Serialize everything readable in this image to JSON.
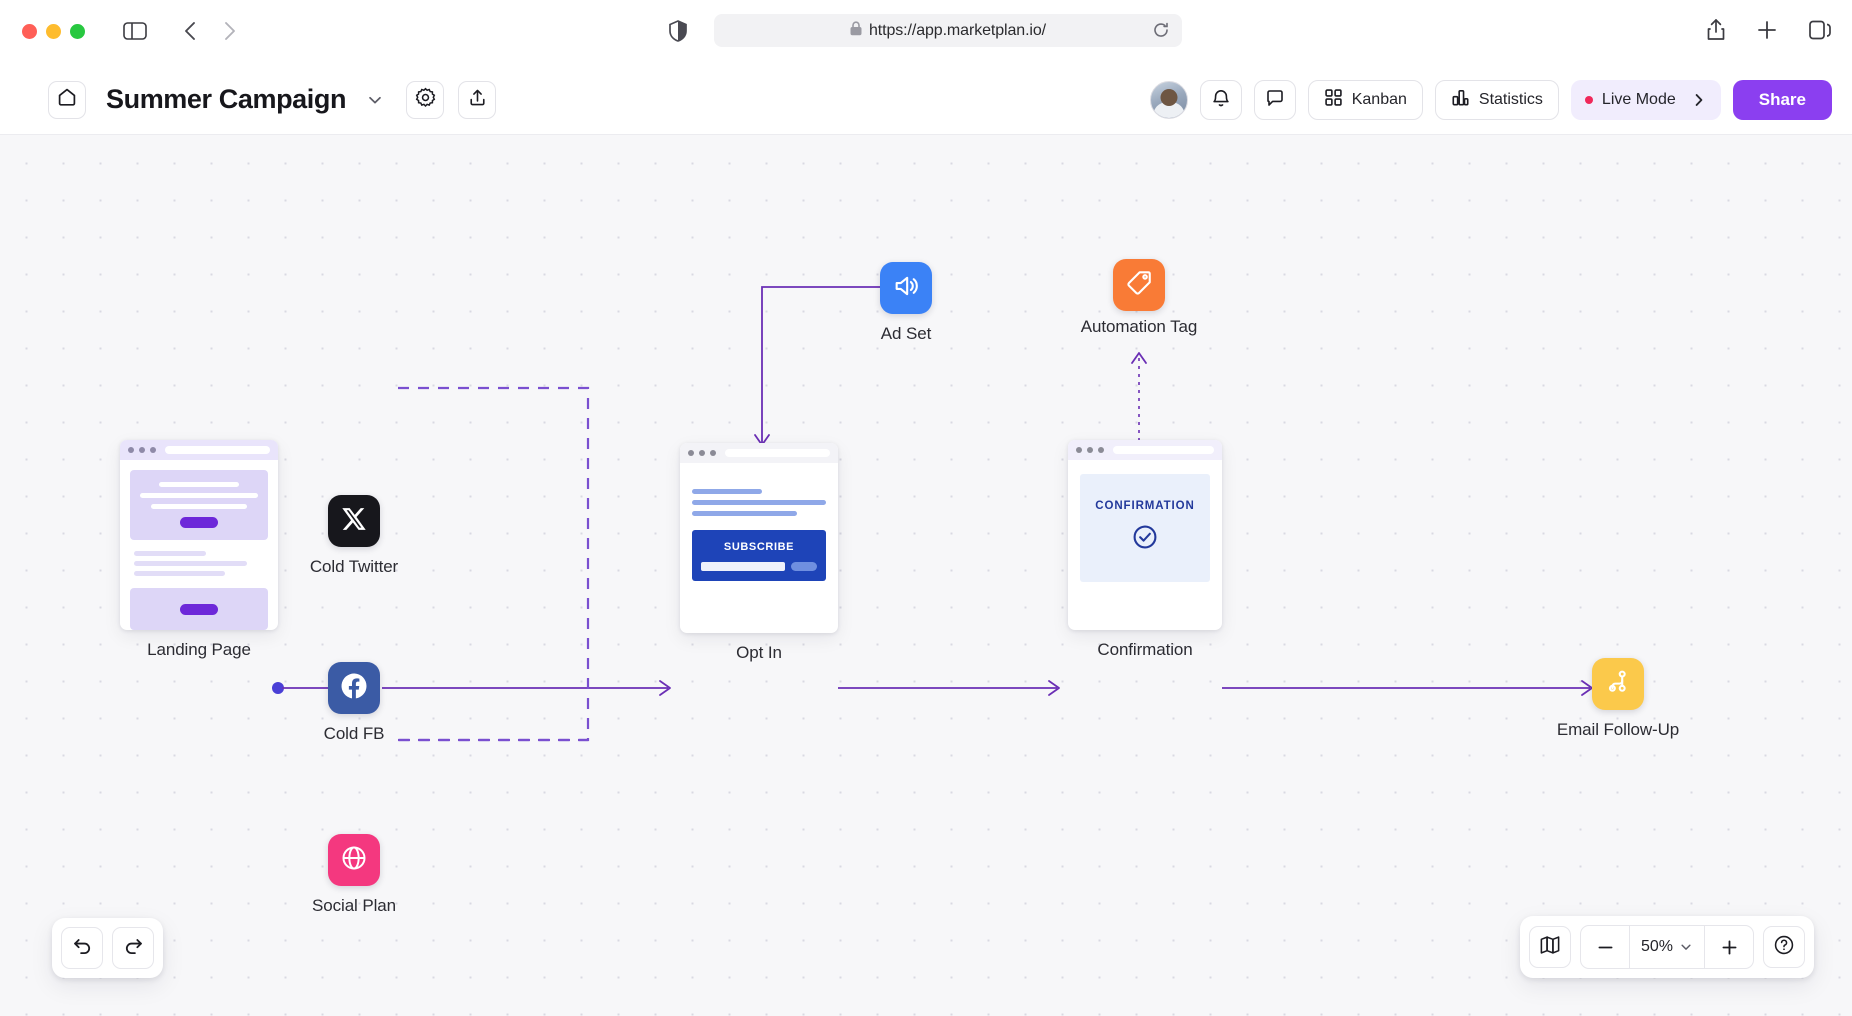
{
  "browser": {
    "url": "https://app.marketplan.io/",
    "lock_icon": "lock-icon",
    "shield_icon": "shield-icon",
    "reload_icon": "reload-icon",
    "back_icon": "back-chevron-icon",
    "forward_icon": "forward-chevron-icon",
    "sidebar_icon": "sidebar-toggle-icon",
    "share_icon": "share-icon",
    "new_tab_icon": "plus-icon",
    "tabs_icon": "tab-overview-icon"
  },
  "header": {
    "home_icon": "home-icon",
    "title": "Summer Campaign",
    "title_caret_icon": "chevron-down-icon",
    "settings_icon": "gear-icon",
    "export_icon": "upload-icon",
    "avatar": "user-avatar",
    "notifications_icon": "bell-icon",
    "comments_icon": "chat-bubble-icon",
    "kanban_label": "Kanban",
    "kanban_icon": "grid-squares-icon",
    "statistics_label": "Statistics",
    "statistics_icon": "bar-chart-icon",
    "live_mode_label": "Live Mode",
    "live_mode_chevron": "chevron-right-icon",
    "share_label": "Share",
    "accent_color": "#8b3ff0",
    "live_dot_color": "#f0285a",
    "live_bg_color": "#f1edfd"
  },
  "canvas": {
    "nodes": [
      {
        "id": "landing-page",
        "label": "Landing Page",
        "type": "page-card",
        "color": "#6d28d9"
      },
      {
        "id": "cold-twitter",
        "label": "Cold Twitter",
        "type": "icon-node",
        "icon": "x-twitter-icon",
        "color": "#17171c"
      },
      {
        "id": "cold-fb",
        "label": "Cold FB",
        "type": "icon-node",
        "icon": "facebook-icon",
        "color": "#3b5ba5"
      },
      {
        "id": "social-plan",
        "label": "Social Plan",
        "type": "icon-node",
        "icon": "globe-icon",
        "color": "#f4387f"
      },
      {
        "id": "ad-set",
        "label": "Ad Set",
        "type": "icon-node",
        "icon": "megaphone-icon",
        "color": "#3b82f6"
      },
      {
        "id": "automation-tag",
        "label": "Automation Tag",
        "type": "icon-node",
        "icon": "tag-icon",
        "color": "#f97b36"
      },
      {
        "id": "opt-in",
        "label": "Opt In",
        "type": "page-card",
        "color": "#1e44b8"
      },
      {
        "id": "confirmation",
        "label": "Confirmation",
        "type": "page-card",
        "color": "#23399b"
      },
      {
        "id": "email-follow-up",
        "label": "Email Follow-Up",
        "type": "icon-node",
        "icon": "branch-icon",
        "color": "#fbc94b"
      }
    ],
    "opt_in_card": {
      "subscribe_label": "SUBSCRIBE"
    },
    "confirmation_card": {
      "title": "CONFIRMATION",
      "check_icon": "check-circle-icon"
    },
    "edge_color": "#6b2fb5"
  },
  "bottom_left_toolbar": {
    "undo_icon": "undo-arrow-icon",
    "redo_icon": "redo-arrow-icon"
  },
  "bottom_right_toolbar": {
    "minimap_icon": "map-icon",
    "zoom_out_icon": "minus-icon",
    "zoom_level": "50%",
    "zoom_caret_icon": "chevron-down-icon",
    "zoom_in_icon": "plus-icon",
    "help_icon": "question-circle-icon"
  }
}
